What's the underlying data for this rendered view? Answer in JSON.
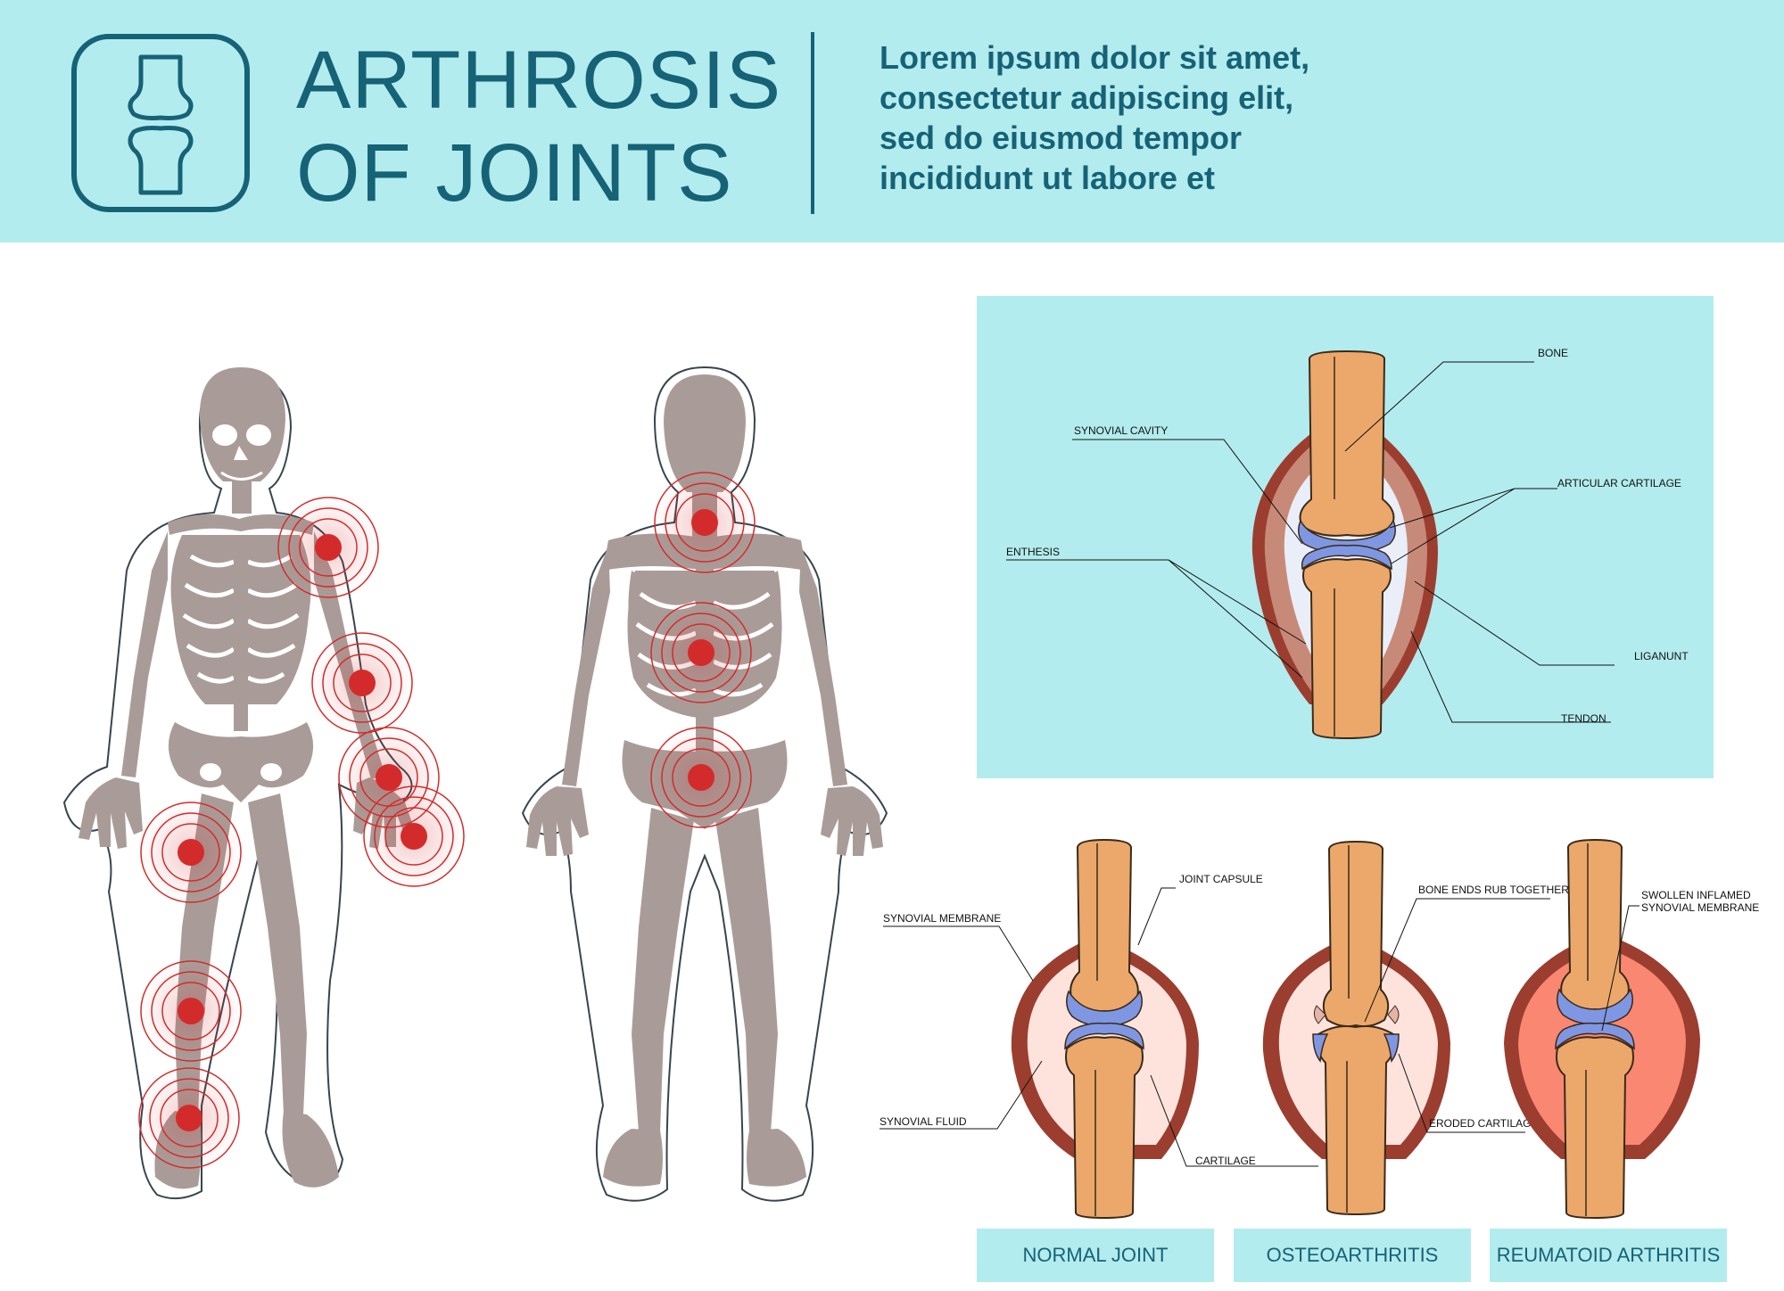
{
  "header": {
    "logo_icon": "joint-bone-icon",
    "title_line1": "ARTHROSIS",
    "title_line2": "OF JOINTS",
    "lorem_lines": [
      "Lorem ipsum dolor sit amet,",
      "consectetur adipiscing elit,",
      "sed do eiusmod tempor",
      "incididunt ut labore et"
    ]
  },
  "anatomy_labels": {
    "bone": "BONE",
    "synovial_cavity": "SYNOVIAL CAVITY",
    "articular_cartilage": "ARTICULAR CARTILAGE",
    "enthesis": "ENTHESIS",
    "liganunt": "LIGANUNT",
    "tendon": "TENDON"
  },
  "comparison_labels": {
    "synovial_membrane": "SYNOVIAL  MEMBRANE",
    "synovial_fluid": "SYNOVIAL FLUID",
    "joint_capsule": "JOINT CAPSULE",
    "cartilage": "CARTILAGE",
    "bone_ends_rub": "BONE ENDS  RUB TOGETHER",
    "eroded_cartilage": "ERODED CARTILAGE",
    "swollen_line1": "SWOLLEN INFLAMED",
    "swollen_line2": "SYNOVIAL MEMBRANE"
  },
  "captions": {
    "normal": "NORMAL JOINT",
    "osteo": "OSTEOARTHRITIS",
    "reumatoid": "REUMATOID ARTHRITIS"
  },
  "colors": {
    "header_bg": "#b3ecee",
    "header_text": "#166276",
    "bone_fill": "#eba86a",
    "cartilage": "#7f97e3",
    "capsule": "#9b3e2f",
    "fluid_normal": "#fde3dc",
    "fluid_inflamed": "#f98772",
    "skeleton": "#a99c98",
    "pain_marker": "#d32b2b"
  }
}
